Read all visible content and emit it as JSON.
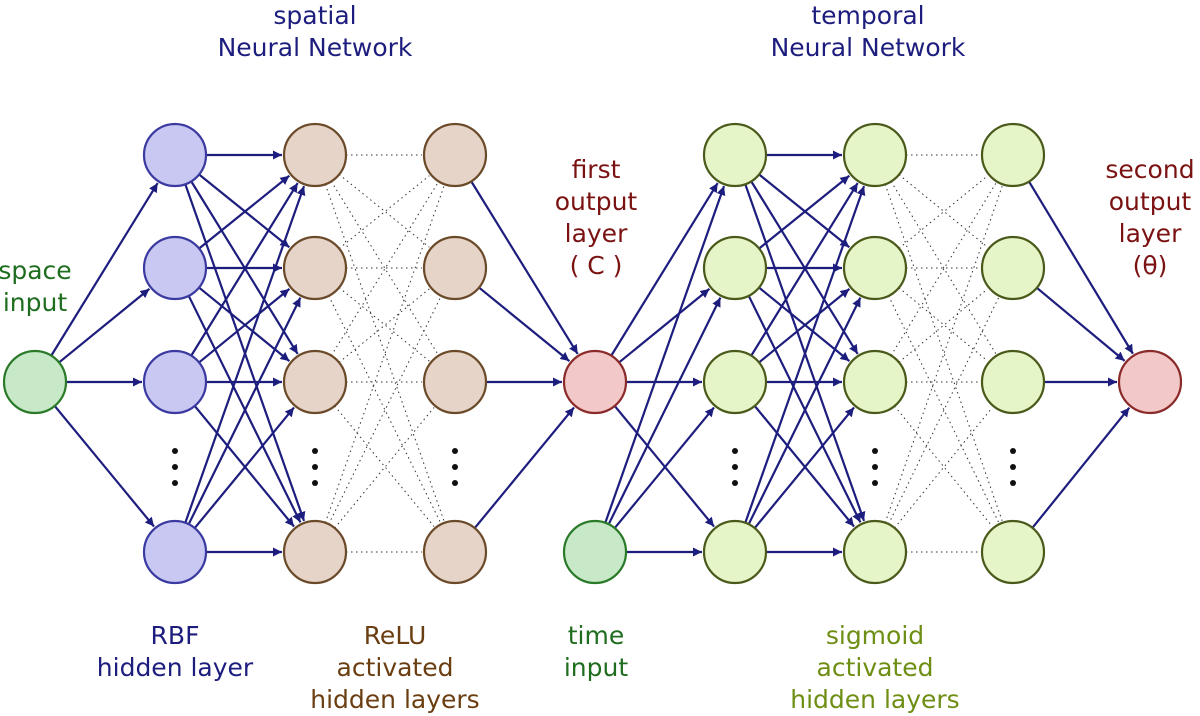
{
  "titles": {
    "spatial": [
      "spatial",
      "Neural Network"
    ],
    "temporal": [
      "temporal",
      "Neural Network"
    ]
  },
  "labels": {
    "space_input": [
      "space",
      "input"
    ],
    "time_input": [
      "time",
      "input"
    ],
    "first_output": [
      "first",
      "output",
      "layer",
      "( C )"
    ],
    "second_output": [
      "second",
      "output",
      "layer",
      "(θ)"
    ],
    "rbf": [
      "RBF",
      "hidden layer"
    ],
    "relu": [
      "ReLU",
      "activated",
      "hidden layers"
    ],
    "sigmoid": [
      "sigmoid",
      "activated",
      "hidden layers"
    ]
  },
  "colors": {
    "navy": "#1d1d7e",
    "dark_red": "#7a1212",
    "dark_green": "#1f6d1f",
    "brown": "#6b3e12",
    "olive": "#6e8e14",
    "input_fill": "#c7e9c7",
    "rbf_fill": "#c8c8f2",
    "relu_fill": "#e6d4c8",
    "output_fill": "#f2c8c8",
    "sigmoid_fill": "#e6f5c8"
  }
}
